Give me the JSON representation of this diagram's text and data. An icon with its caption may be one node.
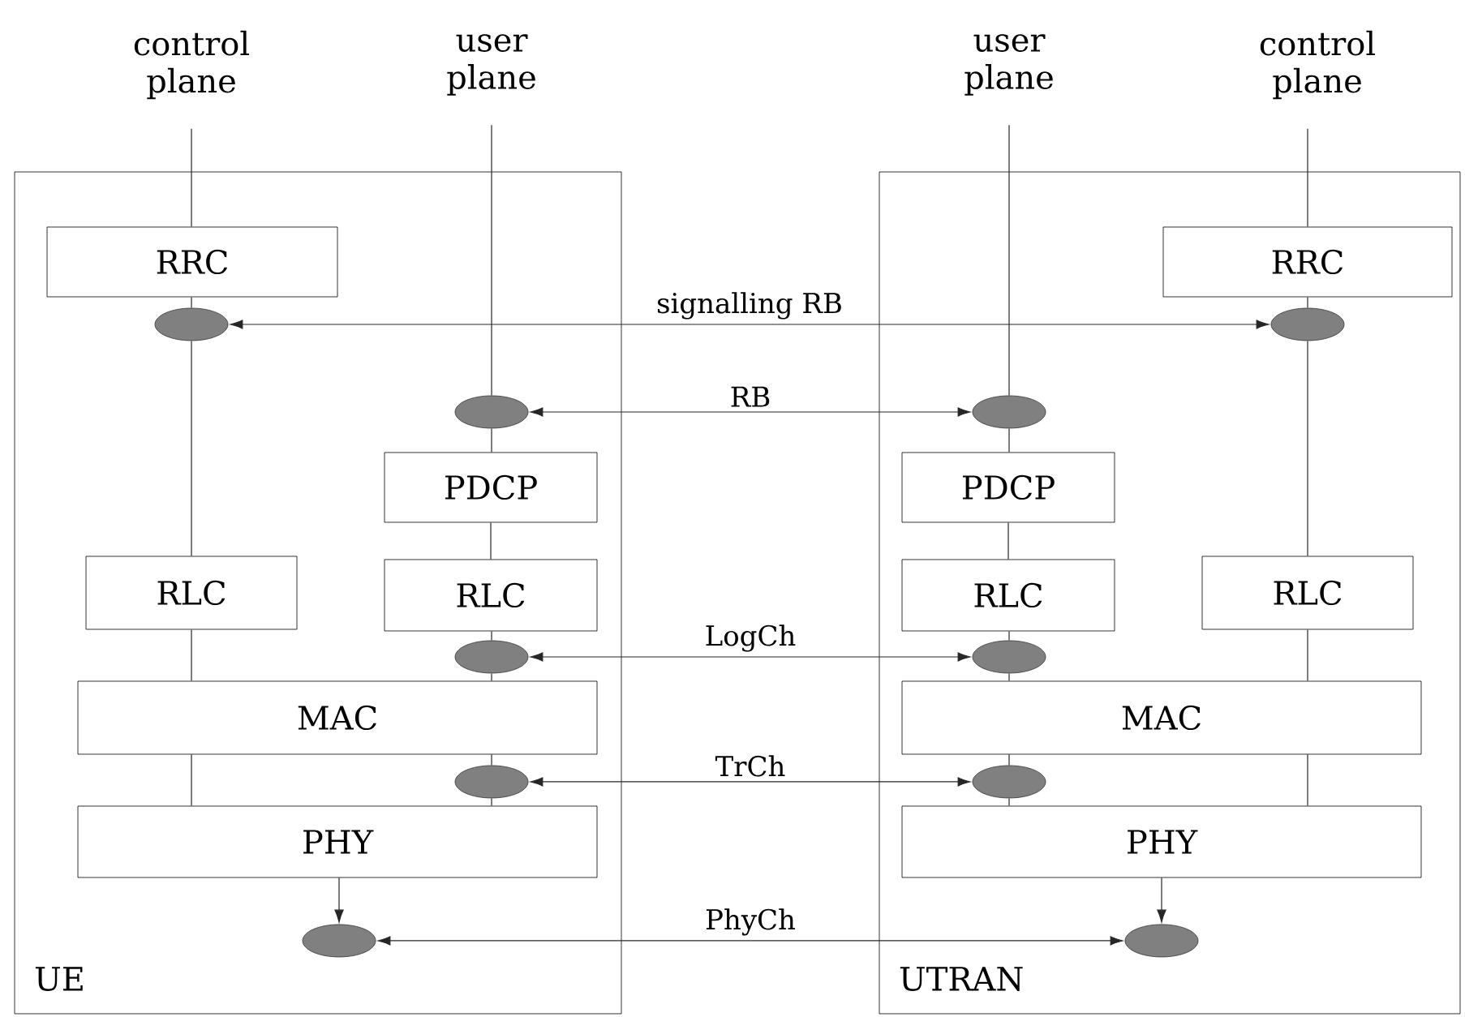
{
  "diagram": {
    "nodes": [
      {
        "text": [
          "control plane"
        ]
      },
      {
        "text": [
          "user plane"
        ]
      },
      {
        "text": [
          "user plane"
        ]
      },
      {
        "text": [
          "control plane"
        ]
      },
      {
        "text": [
          "UE"
        ]
      },
      {
        "text": [
          "UTRAN"
        ]
      },
      {
        "text": [
          "RRC"
        ],
        "in": 4
      },
      {
        "text": [],
        "shape": "ellipse",
        "in": 4
      },
      {
        "text": [],
        "shape": "ellipse",
        "in": 4
      },
      {
        "text": [
          "PDCP"
        ],
        "in": 4
      },
      {
        "text": [
          "RLC"
        ],
        "in": 4
      },
      {
        "text": [
          "RLC"
        ],
        "in": 4
      },
      {
        "text": [],
        "shape": "ellipse",
        "in": 4
      },
      {
        "text": [
          "MAC"
        ],
        "in": 4
      },
      {
        "text": [],
        "shape": "ellipse",
        "in": 4
      },
      {
        "text": [
          "PHY"
        ],
        "in": 4
      },
      {
        "text": [],
        "shape": "ellipse",
        "in": 4
      },
      {
        "text": [
          "RRC"
        ],
        "in": 5
      },
      {
        "text": [],
        "shape": "ellipse",
        "in": 5
      },
      {
        "text": [],
        "shape": "ellipse",
        "in": 5
      },
      {
        "text": [
          "PDCP"
        ],
        "in": 5
      },
      {
        "text": [
          "RLC"
        ],
        "in": 5
      },
      {
        "text": [
          "RLC"
        ],
        "in": 5
      },
      {
        "text": [],
        "shape": "ellipse",
        "in": 5
      },
      {
        "text": [
          "MAC"
        ],
        "in": 5
      },
      {
        "text": [],
        "shape": "ellipse",
        "in": 5
      },
      {
        "text": [
          "PHY"
        ],
        "in": 5
      },
      {
        "text": [],
        "shape": "ellipse",
        "in": 5
      }
    ],
    "edges": [
      {
        "from": 0,
        "to": 6,
        "arrow": "none"
      },
      {
        "from": 6,
        "to": 7,
        "arrow": "none"
      },
      {
        "from": 7,
        "to": 10,
        "arrow": "none"
      },
      {
        "from": 10,
        "to": 13,
        "arrow": "none"
      },
      {
        "from": 13,
        "to": 15,
        "arrow": "none"
      },
      {
        "from": 1,
        "to": 8,
        "arrow": "none"
      },
      {
        "from": 8,
        "to": 9,
        "arrow": "none"
      },
      {
        "from": 9,
        "to": 11,
        "arrow": "none"
      },
      {
        "from": 11,
        "to": 12,
        "arrow": "none"
      },
      {
        "from": 12,
        "to": 13,
        "arrow": "none"
      },
      {
        "from": 13,
        "to": 14,
        "arrow": "none"
      },
      {
        "from": 14,
        "to": 15,
        "arrow": "none"
      },
      {
        "from": 15,
        "to": 16,
        "arrow": "to"
      },
      {
        "from": 2,
        "to": 19,
        "arrow": "none"
      },
      {
        "from": 19,
        "to": 20,
        "arrow": "none"
      },
      {
        "from": 20,
        "to": 21,
        "arrow": "none"
      },
      {
        "from": 21,
        "to": 23,
        "arrow": "none"
      },
      {
        "from": 23,
        "to": 24,
        "arrow": "none"
      },
      {
        "from": 24,
        "to": 25,
        "arrow": "none"
      },
      {
        "from": 25,
        "to": 26,
        "arrow": "none"
      },
      {
        "from": 26,
        "to": 27,
        "arrow": "to"
      },
      {
        "from": 3,
        "to": 17,
        "arrow": "none"
      },
      {
        "from": 17,
        "to": 18,
        "arrow": "none"
      },
      {
        "from": 18,
        "to": 22,
        "arrow": "none"
      },
      {
        "from": 22,
        "to": 24,
        "arrow": "none"
      },
      {
        "from": 24,
        "to": 26,
        "arrow": "none"
      },
      {
        "from": 7,
        "to": 18,
        "arrow": "both",
        "label": "signalling RB"
      },
      {
        "from": 8,
        "to": 19,
        "arrow": "both",
        "label": "RB"
      },
      {
        "from": 12,
        "to": 23,
        "arrow": "both",
        "label": "LogCh"
      },
      {
        "from": 14,
        "to": 25,
        "arrow": "both",
        "label": "TrCh"
      },
      {
        "from": 16,
        "to": 27,
        "arrow": "both",
        "label": "PhyCh"
      }
    ]
  }
}
